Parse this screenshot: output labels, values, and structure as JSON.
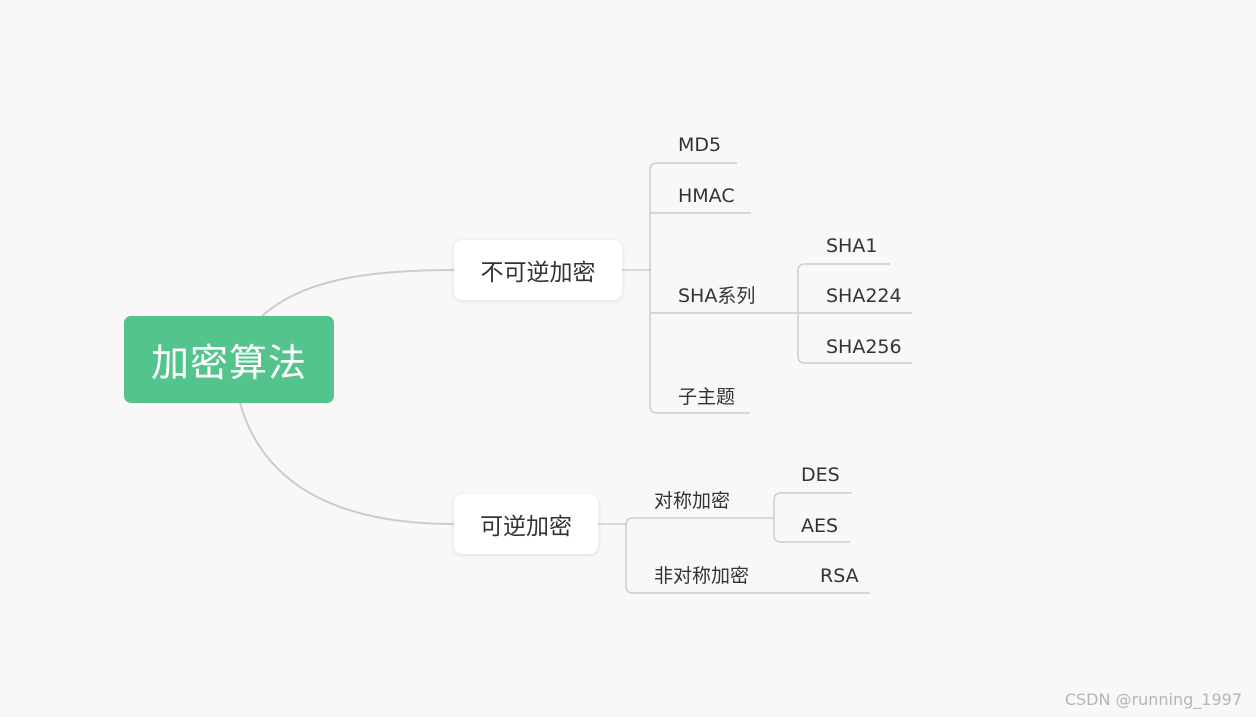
{
  "root": {
    "label": "加密算法",
    "color": "#52c48c"
  },
  "branches": {
    "irreversible": {
      "label": "不可逆加密",
      "children": {
        "md5": "MD5",
        "hmac": "HMAC",
        "sha_series": {
          "label": "SHA系列",
          "children": {
            "sha1": "SHA1",
            "sha224": "SHA224",
            "sha256": "SHA256"
          }
        },
        "subtopic": "子主题"
      }
    },
    "reversible": {
      "label": "可逆加密",
      "children": {
        "symmetric": {
          "label": "对称加密",
          "children": {
            "des": "DES",
            "aes": "AES"
          }
        },
        "asymmetric": {
          "label": "非对称加密",
          "children": {
            "rsa": "RSA"
          }
        }
      }
    }
  },
  "watermark": "CSDN @running_1997",
  "colors": {
    "background": "#f8f8f8",
    "connector": "#cccccc",
    "text": "#333333"
  }
}
